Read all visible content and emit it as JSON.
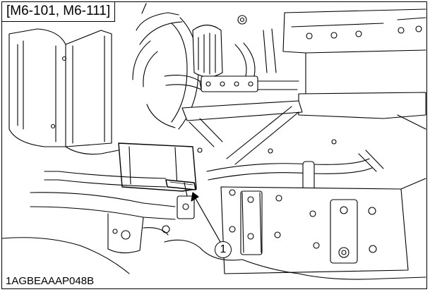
{
  "header": {
    "model_label": "[M6-101, M6-111]"
  },
  "callouts": [
    {
      "number": "1"
    }
  ],
  "footer": {
    "figure_code": "1AGBEAAAP048B"
  },
  "colors": {
    "ink": "#000000",
    "paper": "#ffffff"
  }
}
